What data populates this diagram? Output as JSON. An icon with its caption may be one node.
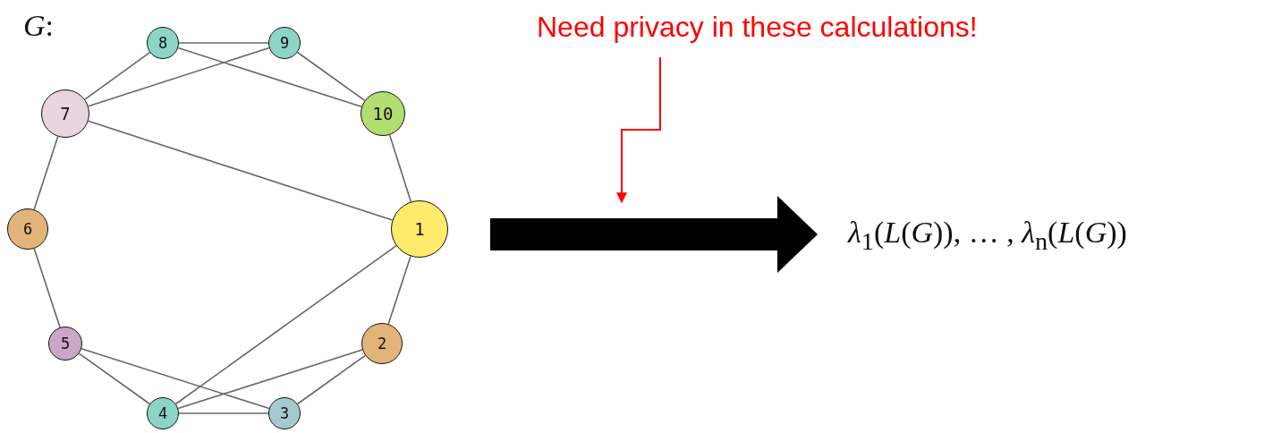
{
  "diagram": {
    "nodes": [
      {
        "text": [
          "1"
        ]
      },
      {
        "text": [
          "2"
        ]
      },
      {
        "text": [
          "3"
        ]
      },
      {
        "text": [
          "4"
        ]
      },
      {
        "text": [
          "5"
        ]
      },
      {
        "text": [
          "6"
        ]
      },
      {
        "text": [
          "7"
        ]
      },
      {
        "text": [
          "8"
        ]
      },
      {
        "text": [
          "9"
        ]
      },
      {
        "text": [
          "10"
        ]
      },
      {
        "text": [
          "Need privacy in these calculations!"
        ]
      },
      {
        "text": [
          "*λ*$_{1}$(*L*(*G*)), … , *λ*$_{n}$(*L*(*G*))"
        ]
      }
    ],
    "edges": [
      {
        "from": 6,
        "to": 7,
        "arrow": "none"
      },
      {
        "from": 7,
        "to": 8,
        "arrow": "none"
      },
      {
        "from": 7,
        "to": 9,
        "arrow": "none"
      },
      {
        "from": 6,
        "to": 8,
        "arrow": "none"
      },
      {
        "from": 8,
        "to": 9,
        "arrow": "none"
      },
      {
        "from": 6,
        "to": 0,
        "arrow": "none"
      },
      {
        "from": 6,
        "to": 5,
        "arrow": "none"
      },
      {
        "from": 9,
        "to": 0,
        "arrow": "none"
      },
      {
        "from": 5,
        "to": 4,
        "arrow": "none"
      },
      {
        "from": 4,
        "to": 3,
        "arrow": "none"
      },
      {
        "from": 4,
        "to": 2,
        "arrow": "none"
      },
      {
        "from": 3,
        "to": 2,
        "arrow": "none"
      },
      {
        "from": 3,
        "to": 1,
        "arrow": "none"
      },
      {
        "from": 3,
        "to": 0,
        "arrow": "none"
      },
      {
        "from": 2,
        "to": 1,
        "arrow": "none"
      },
      {
        "from": 0,
        "to": 1,
        "arrow": "none"
      },
      {
        "from": 10,
        "to": null,
        "arrow": "to",
        "color": "#ff0000"
      },
      {
        "from": null,
        "to": 11,
        "arrow": "to",
        "style": "thick",
        "color": "#000000"
      }
    ],
    "labels": [
      "*G*:"
    ]
  }
}
